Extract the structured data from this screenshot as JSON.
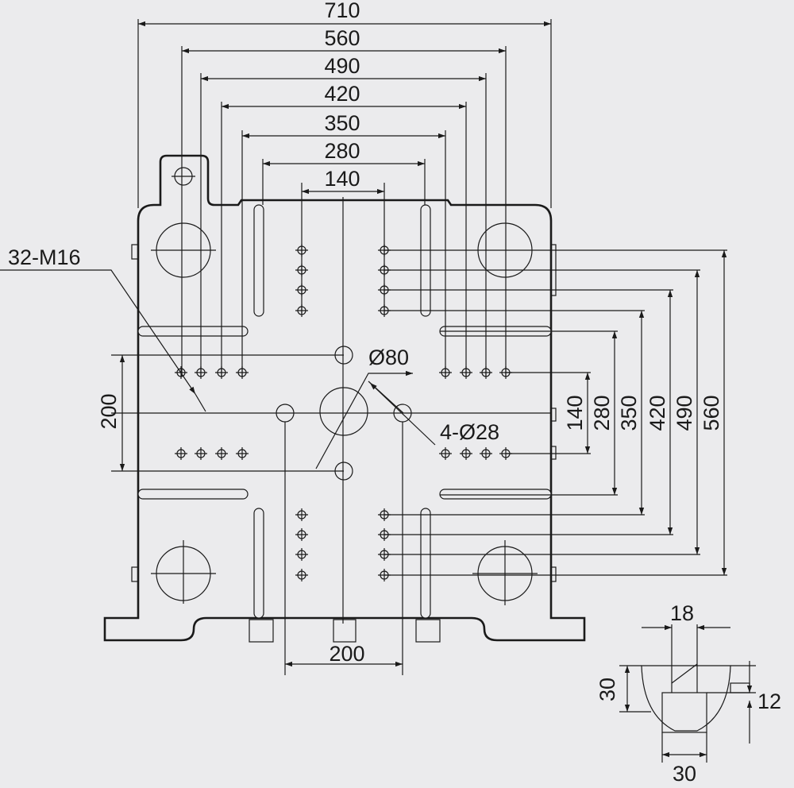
{
  "horizontal_dimensions": [
    "710",
    "560",
    "490",
    "420",
    "350",
    "280",
    "140"
  ],
  "vertical_dimensions": [
    "140",
    "280",
    "350",
    "420",
    "490",
    "560"
  ],
  "left_dimension": "200",
  "bottom_dimension": "200",
  "callouts": {
    "threaded_holes": "32-M16",
    "center_hole": "Ø80",
    "locating_holes": "4-Ø28"
  },
  "t_slot_detail": {
    "top_width": "18",
    "depth": "30",
    "neck_height": "12",
    "bottom_width": "30"
  },
  "colors": {
    "background": "#ebebed",
    "line": "#1a1a1a"
  }
}
